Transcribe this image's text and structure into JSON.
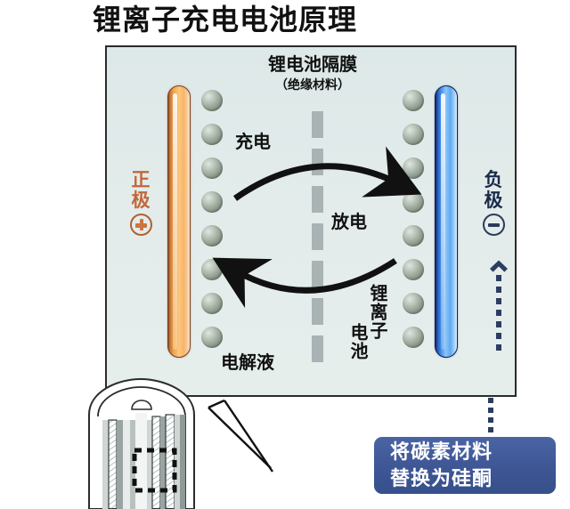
{
  "title": "锂离子充电电池原理",
  "panel": {
    "separator": {
      "name": "锂电池隔膜",
      "sub": "（绝缘材料）"
    },
    "positive": {
      "label": "正极",
      "glyph": "plus-circle-icon",
      "color": "#f1a74f",
      "label_color": "#c2673a"
    },
    "negative": {
      "label": "负极",
      "glyph": "minus-circle-icon",
      "color": "#3f8ce8",
      "label_color": "#1b2a4a"
    },
    "flow": {
      "charge": "充电",
      "discharge": "放电"
    },
    "electrolyte": "电解液",
    "lithium_ion": "锂离子",
    "cell": "电池",
    "ion_count_left": 8,
    "ion_count_right": 8,
    "ion_color": "#8e9b8d",
    "separator_segments": 7,
    "background_color": "#e3eceb",
    "border_color": "#2b2b2b"
  },
  "callout": {
    "line1": "将碳素材料",
    "line2": "替换为硅酮",
    "fill_color": "#3f5795",
    "text_color": "#ffffff"
  },
  "cutaway": {
    "name": "cylindrical-cell-cutaway",
    "highlight": "dashed-zoom-region"
  }
}
